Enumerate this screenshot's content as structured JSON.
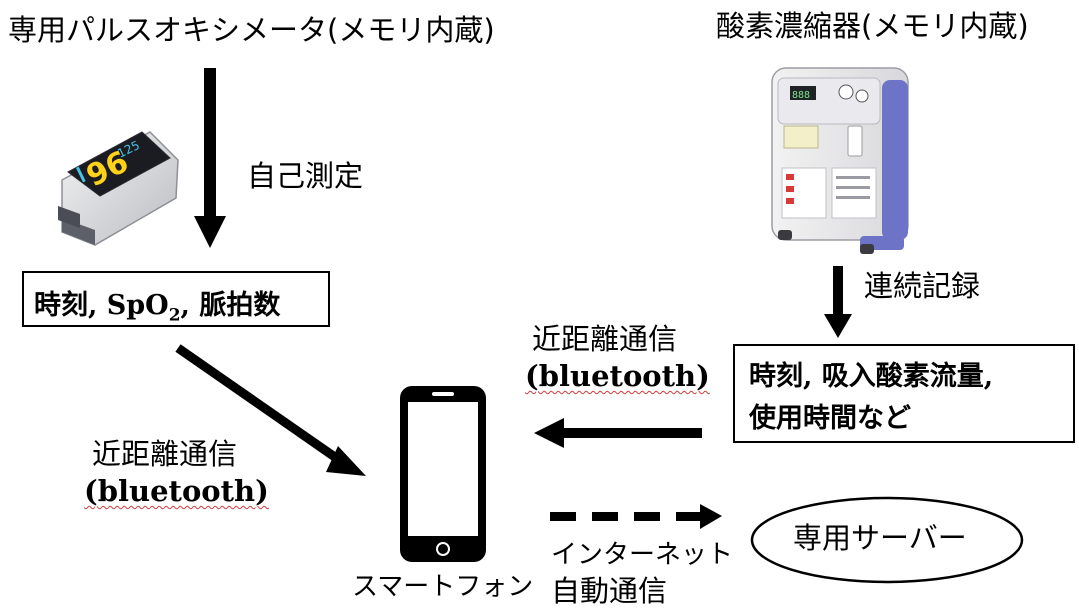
{
  "left_device": {
    "title": "専用パルスオキシメータ(メモリ内蔵)",
    "screen": {
      "big": "96",
      "small": "125"
    }
  },
  "right_device": {
    "title": "酸素濃縮器(メモリ内蔵)"
  },
  "self_measure": "自己測定",
  "continuous_record": "連続記録",
  "left_box": {
    "label_pre": "時刻, SpO",
    "subscript": "2",
    "label_post": ", 脈拍数"
  },
  "right_box": {
    "line1": "時刻, 吸入酸素流量,",
    "line2": "使用時間など"
  },
  "comm_left": {
    "line1": "近距離通信",
    "line2": "(bluetooth)"
  },
  "comm_right": {
    "line1": "近距離通信",
    "line2": "(bluetooth)"
  },
  "smartphone_label": "スマートフォン",
  "internet": {
    "line1": "インターネット",
    "line2": "自動通信"
  },
  "server_label": "専用サーバー"
}
